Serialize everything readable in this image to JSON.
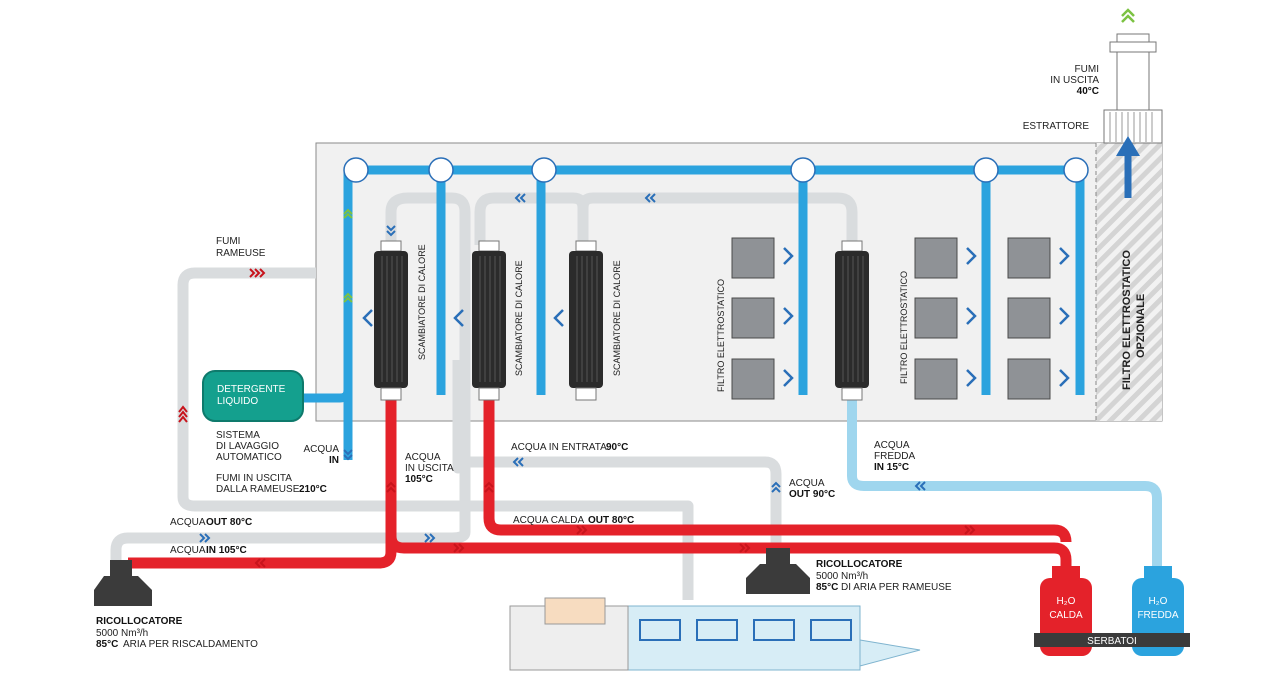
{
  "labels": {
    "fumi_uscita": [
      "FUMI",
      "IN USCITA"
    ],
    "fumi_uscita_temp": "40°C",
    "estrattore": "ESTRATTORE",
    "fumi_rameuse": [
      "FUMI",
      "RAMEUSE"
    ],
    "detergente": [
      "DETERGENTE",
      "LIQUIDO"
    ],
    "lavaggio": [
      "SISTEMA",
      "DI LAVAGGIO",
      "AUTOMATICO"
    ],
    "acqua_in": [
      "ACQUA",
      "IN"
    ],
    "acqua_in_uscita": [
      "ACQUA",
      "IN USCITA"
    ],
    "acqua_in_uscita_temp": "105°C",
    "acqua_entrata": "ACQUA IN ENTRATA",
    "acqua_entrata_temp": "90°C",
    "acqua_out90": "ACQUA",
    "acqua_out90_b": "OUT 90°C",
    "fumi_uscita_rameuse": [
      "FUMI IN USCITA",
      "DALLA RAMEUSE"
    ],
    "fumi_uscita_rameuse_temp": "210°C",
    "acqua_out80_left": "ACQUA",
    "acqua_out80_left_b": "OUT 80°C",
    "acqua_in105": "ACQUA",
    "acqua_in105_b": "IN 105°C",
    "acqua_calda": "ACQUA CALDA",
    "acqua_calda_b": "OUT 80°C",
    "acqua_fredda": [
      "ACQUA",
      "FREDDA"
    ],
    "acqua_fredda_temp": "IN 15°C",
    "scambiatore": "SCAMBIATORE DI CALORE",
    "filtro": "FILTRO ELETTROSTATICO",
    "filtro_opz": [
      "FILTRO ELETTROSTATICO",
      "OPZIONALE"
    ],
    "ric_right_title": "RICOLLOCATORE",
    "ric_right_flow": "5000 Nm³/h",
    "ric_right_temp": "85°C",
    "ric_right_desc": "DI ARIA PER RAMEUSE",
    "ric_left_title": "RICOLLOCATORE",
    "ric_left_flow": "5000 Nm³/h",
    "ric_left_temp": "85°C",
    "ric_left_desc": "ARIA PER RISCALDAMENTO",
    "h2o": "H₂O",
    "calda": "CALDA",
    "fredda": "FREDDA",
    "serbatoi": "SERBATOI"
  },
  "colors": {
    "blue": "#2ba3de",
    "lightblue": "#9fd6ee",
    "red": "#e4222a",
    "grey": "#d9dcde",
    "teal": "#14a08e",
    "chevron_blue": "#2a6fb8",
    "chevron_red": "#c8141c",
    "dark": "#3b3b3b"
  }
}
